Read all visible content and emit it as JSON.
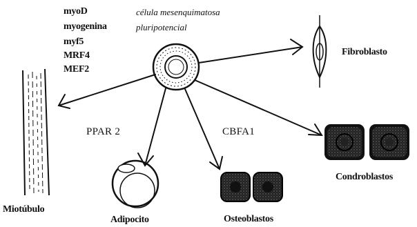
{
  "regulators": [
    "myoD",
    "myogenina",
    "myf5",
    "MRF4",
    "MEF2"
  ],
  "stem_cell": {
    "line1": "célula mesenquimatosa",
    "line2": "pluripotencial"
  },
  "cells": {
    "fibroblast": "Fibroblasto",
    "myotubule": "Miotúbulo",
    "adipocyte": "Adipocito",
    "osteoblasts": "Osteoblastos",
    "chondroblasts": "Condroblastos"
  },
  "transcription_factors": {
    "adipocyte": "PPAR 2",
    "osteoblast": "CBFA1"
  }
}
